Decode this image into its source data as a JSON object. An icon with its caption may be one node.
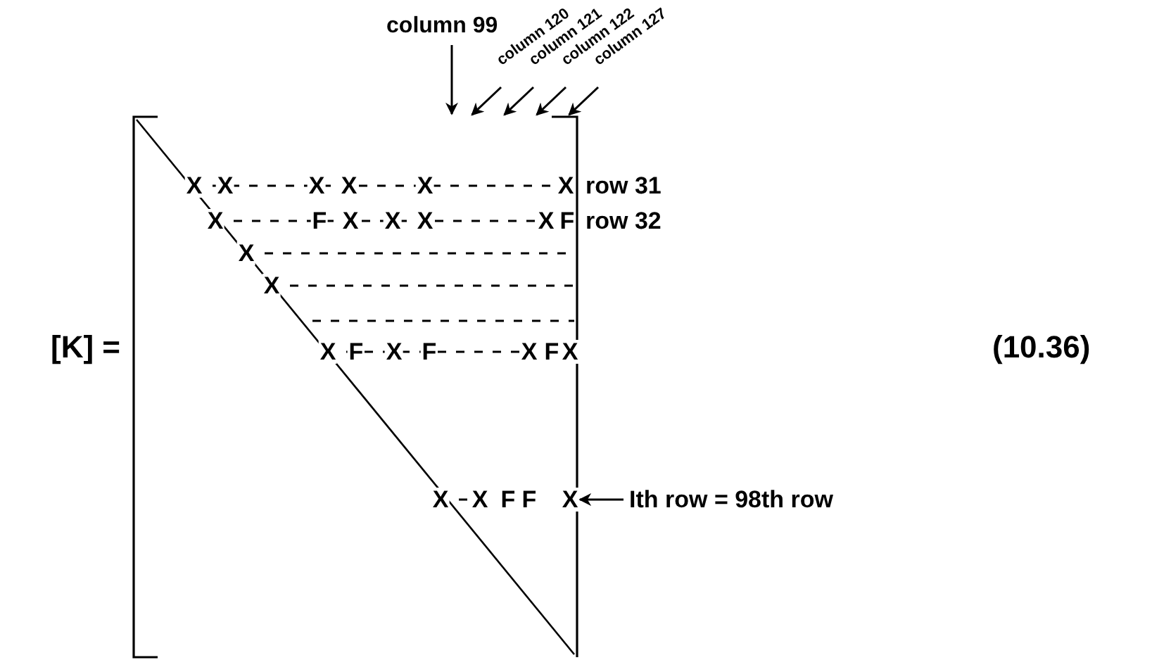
{
  "diagram": {
    "nodes": [
      {
        "text": [
          "column 99"
        ]
      },
      {
        "text": [
          "column 120"
        ]
      },
      {
        "text": [
          "column 121"
        ]
      },
      {
        "text": [
          "column 122"
        ]
      },
      {
        "text": [
          "column 127"
        ]
      },
      {
        "text": [],
        "shape": "box"
      },
      {
        "text": [
          "Ith row = 98th row"
        ]
      }
    ],
    "edges": [
      {
        "from": 0,
        "to": 5,
        "arrow": "to"
      },
      {
        "from": 1,
        "to": 5,
        "arrow": "to"
      },
      {
        "from": 2,
        "to": 5,
        "arrow": "to"
      },
      {
        "from": 3,
        "to": 5,
        "arrow": "to"
      },
      {
        "from": 4,
        "to": 5,
        "arrow": "to"
      },
      {
        "from": 6,
        "to": 5,
        "arrow": "to"
      }
    ],
    "labels": [
      "X",
      "X",
      "X",
      "X",
      "X",
      "X",
      "row 31",
      "X",
      "F",
      "X",
      "X",
      "X",
      "X",
      "F",
      "row 32",
      "X",
      "X",
      "[K] =",
      "X",
      "F",
      "X",
      "F",
      "X",
      "F",
      "X",
      "(10.36)",
      "X",
      "X",
      "F",
      "F",
      "X"
    ]
  }
}
